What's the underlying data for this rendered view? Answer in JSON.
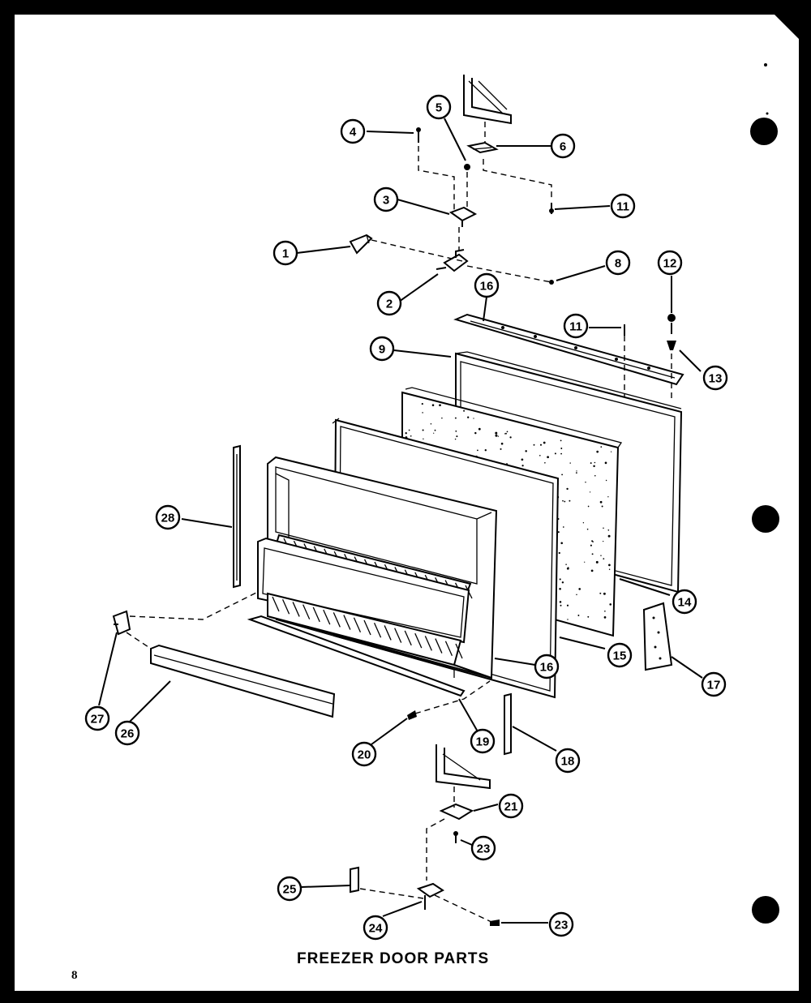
{
  "title": "FREEZER DOOR PARTS",
  "page_number": "8",
  "callouts": [
    "1",
    "2",
    "3",
    "4",
    "5",
    "6",
    "11",
    "8",
    "12",
    "16",
    "11",
    "9",
    "13",
    "14",
    "28",
    "15",
    "16",
    "17",
    "27",
    "26",
    "20",
    "19",
    "18",
    "21",
    "23",
    "25",
    "24",
    "23"
  ]
}
